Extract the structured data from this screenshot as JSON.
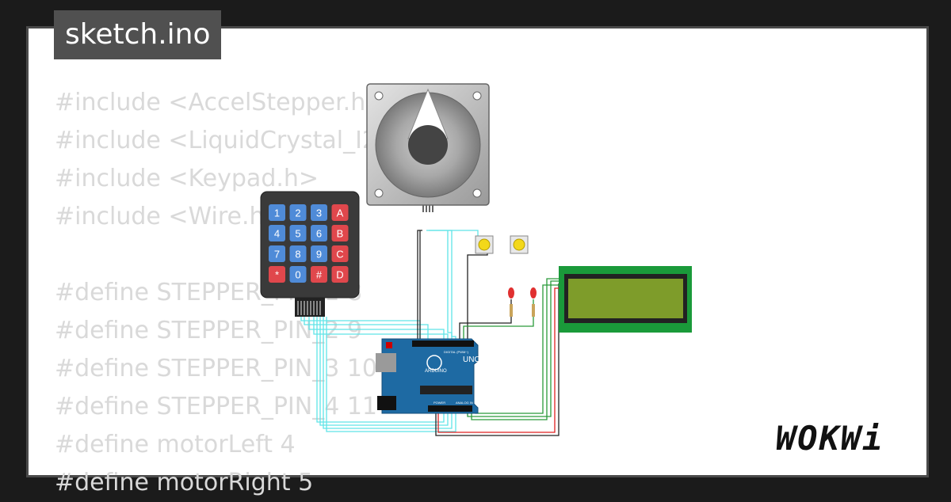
{
  "file_tab": {
    "name": "sketch.ino"
  },
  "code_lines": [
    "#include <AccelStepper.h>",
    "#include <LiquidCrystal_I2C.h>",
    "#include <Keypad.h>",
    "#include <Wire.h>",
    "",
    "#define STEPPER_PIN_1 8",
    "#define STEPPER_PIN_2 9",
    "#define STEPPER_PIN_3 10",
    "#define STEPPER_PIN_4 11",
    "#define motorLeft 4",
    "#define motorRight 5"
  ],
  "keypad": {
    "keys": [
      "1",
      "2",
      "3",
      "A",
      "4",
      "5",
      "6",
      "B",
      "7",
      "8",
      "9",
      "C",
      "*",
      "0",
      "#",
      "D"
    ],
    "colors": {
      "blue": "#4f8bd8",
      "red": "#e0474c",
      "body": "#3a3a3a"
    }
  },
  "arduino": {
    "model_label": "UNO",
    "brand_label": "ARDUINO",
    "digital_label": "DIGITAL (PWM~)",
    "analog_label": "ANALOG IN",
    "power_label": "POWER",
    "color": "#1e6aa3"
  },
  "lcd": {
    "board_color": "#1a9a3a",
    "screen_color": "#7e9c2a"
  },
  "wire_colors": {
    "cyan": "#5fe4e8",
    "black": "#222222",
    "green": "#2a9a3a",
    "red": "#e02020"
  },
  "logo": {
    "text": "WOKWi"
  },
  "icons": [
    "stepper-motor-icon",
    "pushbutton-icon",
    "led-icon",
    "resistor-icon"
  ]
}
